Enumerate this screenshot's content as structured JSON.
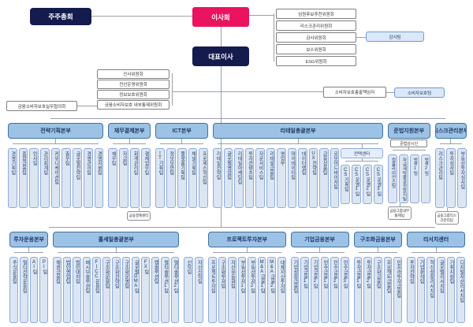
{
  "top": {
    "shareholders": "주주총회",
    "board": "이사회",
    "ceo": "대표이사"
  },
  "board_committees": [
    "임원후보추천위원회",
    "리스크관리위원회",
    "감사위원회",
    "보수위원회",
    "ESG위원회"
  ],
  "audit_team": "감사팀",
  "ceo_committees": [
    "인사위원회",
    "전산운영위원회",
    "정보보호위원회",
    "금융소비자보호 내부통제위원회"
  ],
  "consumer_council": "금융소비자보호실무협의회",
  "consumer_officer": "소비자보호총괄책임자",
  "consumer_team": "소비자보호팀",
  "row1": {
    "strategy": {
      "name": "전략기획본부",
      "teams": [
        "경영기획팀",
        "종합금융팀",
        "인사팀",
        "관리회계팀",
        "커뮤니케이션팀",
        "총무팀",
        "글로벌전략팀",
        "경영관리팀",
        "경영지원팀"
      ]
    },
    "finance": {
      "name": "재무결제본부",
      "teams": [
        "재무팀",
        "자금팀",
        "회계관리팀",
        "결제업무팀"
      ],
      "sub_box": "금융결제센터"
    },
    "ict": {
      "name": "ICT본부",
      "teams": [
        "IT기획팀",
        "정보보안팀",
        "플랫폼기획팀",
        "채널기획팀",
        "프로세스혁신팀"
      ]
    },
    "retail": {
      "name": "리테일총괄본부",
      "teams": [
        "리테일전략팀",
        "글로벌영업팀",
        "리테일마케팅팀",
        "투자컨텐츠팀",
        "자문서비스팀",
        "리테일금융팀",
        "영업부",
        "마이데이터팀",
        "데이터랩팀",
        "UX전략팀",
        "금융상품팀",
        "로보어드바이저팀"
      ],
      "center": {
        "name": "컨택센터",
        "teams": [
          "CS기획팀",
          "CS운영1팀",
          "CS운영2팀",
          "CS운영3팀"
        ]
      }
    },
    "compliance": {
      "name": "준법지원본부",
      "officer": "준법감시인",
      "teams": [
        "컴플라이언스팀",
        "자금세탁불공정방지팀",
        "법무1팀",
        "법무2팀"
      ],
      "sub_box": "금융그룹내부통제팀"
    },
    "risk": {
      "name": "리스크관리본부",
      "teams": [
        "리스크관리팀",
        "투자심사팀",
        "부동산투자심사팀"
      ],
      "sub_box": "금융그룹리스크관리팀"
    }
  },
  "row2": {
    "invest": {
      "name": "투자운용본부",
      "teams": [
        "주식운용팀",
        "멀티전략운용팀",
        "AI팀",
        "PI팀"
      ]
    },
    "wholesale": {
      "name": "홀세일총괄본부",
      "teams": [
        "채권금융팀",
        "법인영업팀",
        "법인대차팀",
        "패시브솔루션팀",
        "FICC운용팀",
        "구조화운용팀",
        "구조화전략팀",
        "구조화운영팀",
        "글로벌DMA팀",
        "FX팀",
        "랩솔루션팀",
        "멀티솔루션1팀",
        "멀티솔루션2팀"
      ]
    },
    "trust_teams": [
      "신탁팀",
      "자산신탁팀"
    ],
    "project": {
      "name": "프로젝트투자본부",
      "teams": [
        "프로젝트투자팀",
        "구조화투자팀",
        "자산유동화팀",
        "부동산투자1팀",
        "부동산투자2팀",
        "M&A금융1팀",
        "M&A금융2팀",
        "대체자산투자팀"
      ]
    },
    "corporate": {
      "name": "기업금융본부",
      "teams": [
        "기업성장금융팀",
        "기업금융1팀",
        "기업금융2팀",
        "인수금융1팀",
        "인수금융2팀",
        "인수금융3팀"
      ]
    },
    "structured": {
      "name": "구조화금융본부",
      "teams": [
        "투자금융1팀",
        "투자금융2팀",
        "구조화금융팀",
        "프로젝트금융팀",
        "인프라투자금융팀"
      ]
    },
    "research": {
      "name": "리서치센터",
      "teams": [
        "투자전략팀",
        "기업분석팀",
        "혁신성장리서치팀",
        "글로벌리서치팀",
        "기획지원팀",
        "디지털자산리서치팀"
      ]
    }
  },
  "colors": {
    "navy": "#141b4d",
    "pink": "#ea1360",
    "header_fill": "#9cc2e5",
    "team_fill": "#dce6f2",
    "light_blue": "#dbe8f8",
    "line": "#9aa0ac"
  }
}
